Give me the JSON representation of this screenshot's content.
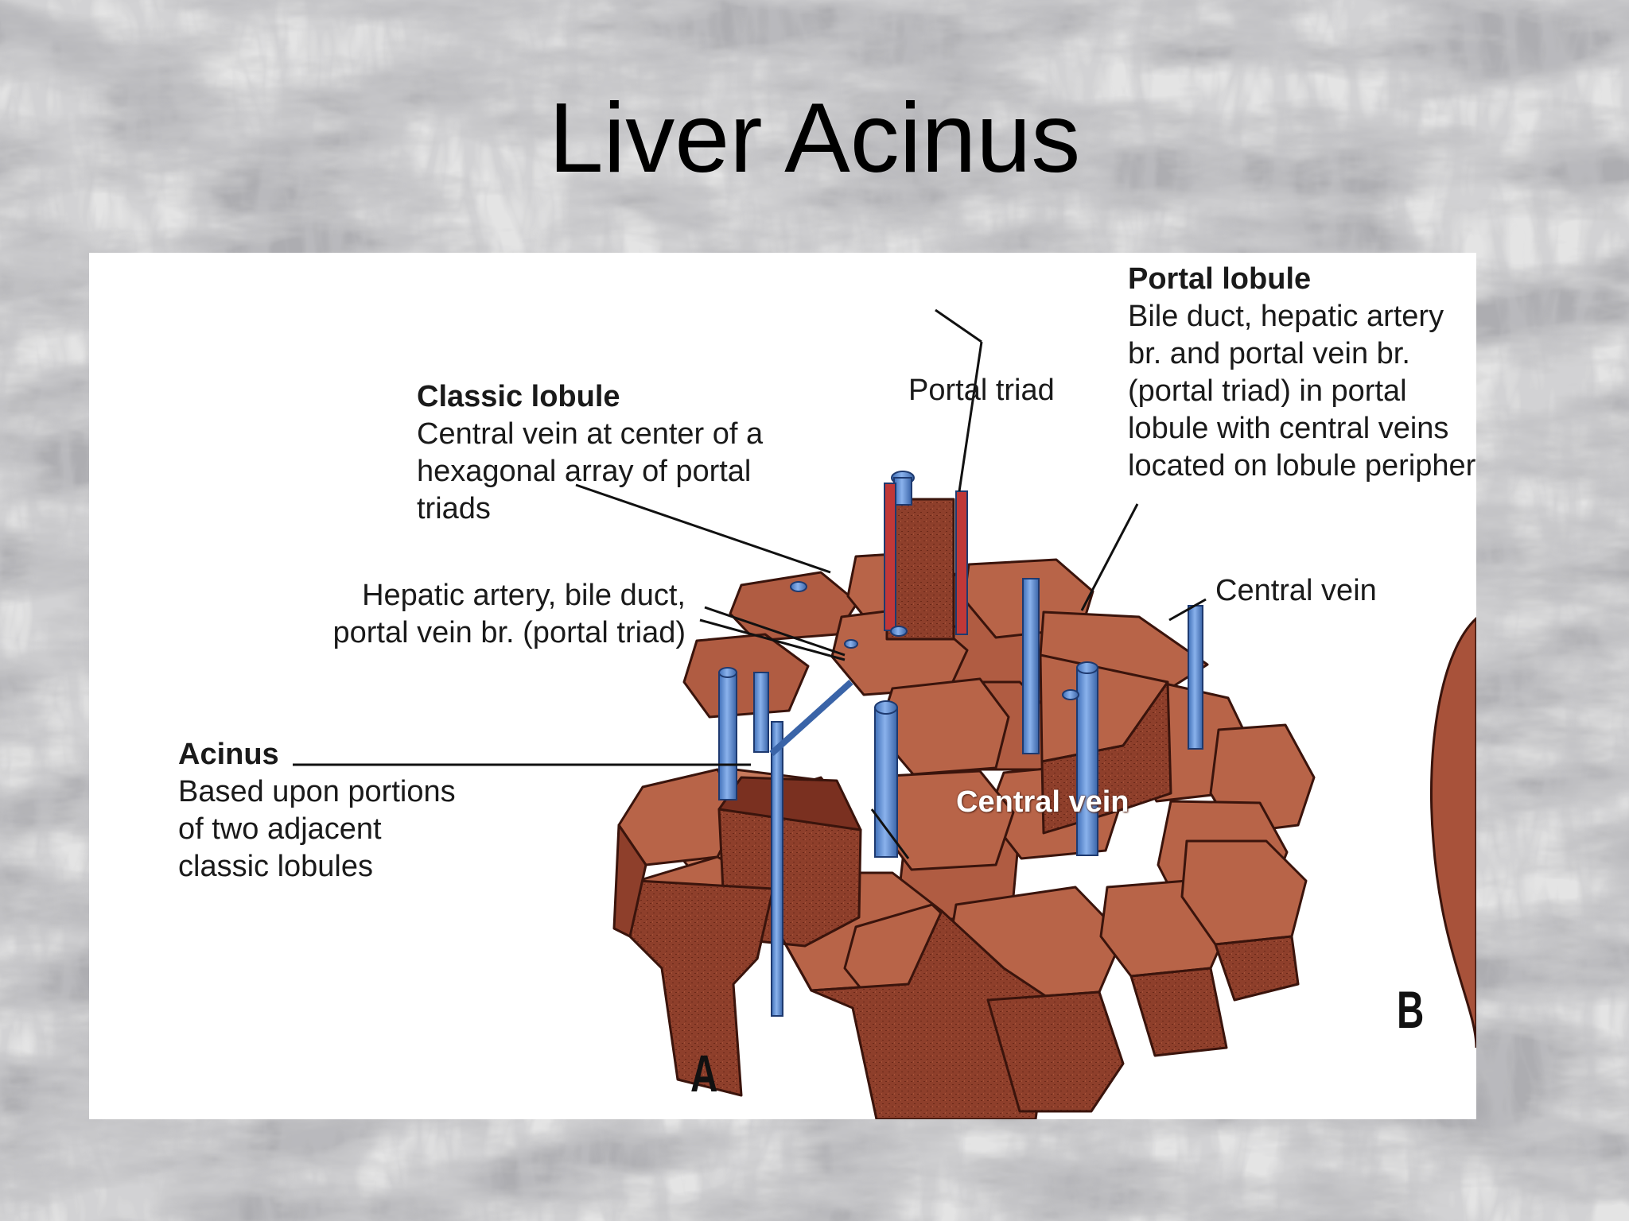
{
  "title": "Liver Acinus",
  "labels": {
    "classic_lobule": {
      "heading": "Classic lobule",
      "lines": [
        "Central vein at center of a",
        "hexagonal array of portal",
        "triads"
      ]
    },
    "portal_triad": "Portal triad",
    "portal_lobule": {
      "heading": "Portal lobule",
      "lines": [
        "Bile duct, hepatic artery",
        "br. and portal vein br.",
        "(portal triad) in portal",
        "lobule with central veins",
        "located on lobule periphery"
      ]
    },
    "hepatic_triad": {
      "lines": [
        "Hepatic artery, bile duct,",
        "portal vein br. (portal triad)"
      ]
    },
    "central_vein_right": "Central vein",
    "central_vein_center": "Central vein",
    "acinus": {
      "heading": "Acinus",
      "lines": [
        "Based upon portions",
        "of two adjacent",
        "classic lobules"
      ]
    },
    "panel_a": "A",
    "panel_b": "B"
  },
  "colors": {
    "tissue": "#a8523a",
    "tissue_top": "#b86448",
    "tissue_dark": "#7a3020",
    "vein_blue": "#5a8ad0",
    "artery_red": "#c03838"
  }
}
